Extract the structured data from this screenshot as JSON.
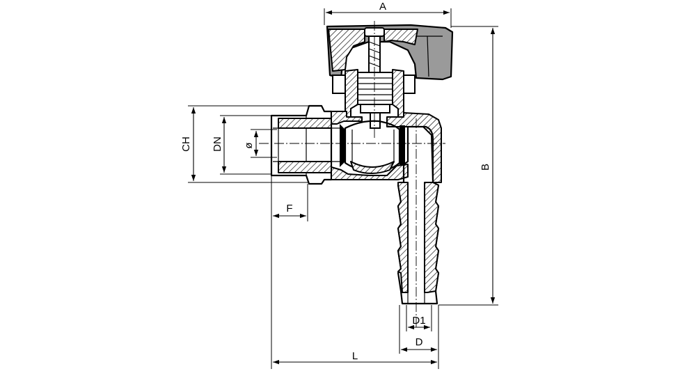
{
  "dimensions": {
    "A": "A",
    "B": "B",
    "CH": "CH",
    "DN": "DN",
    "phi": "ø",
    "F": "F",
    "L": "L",
    "D1": "D1",
    "D": "D"
  }
}
